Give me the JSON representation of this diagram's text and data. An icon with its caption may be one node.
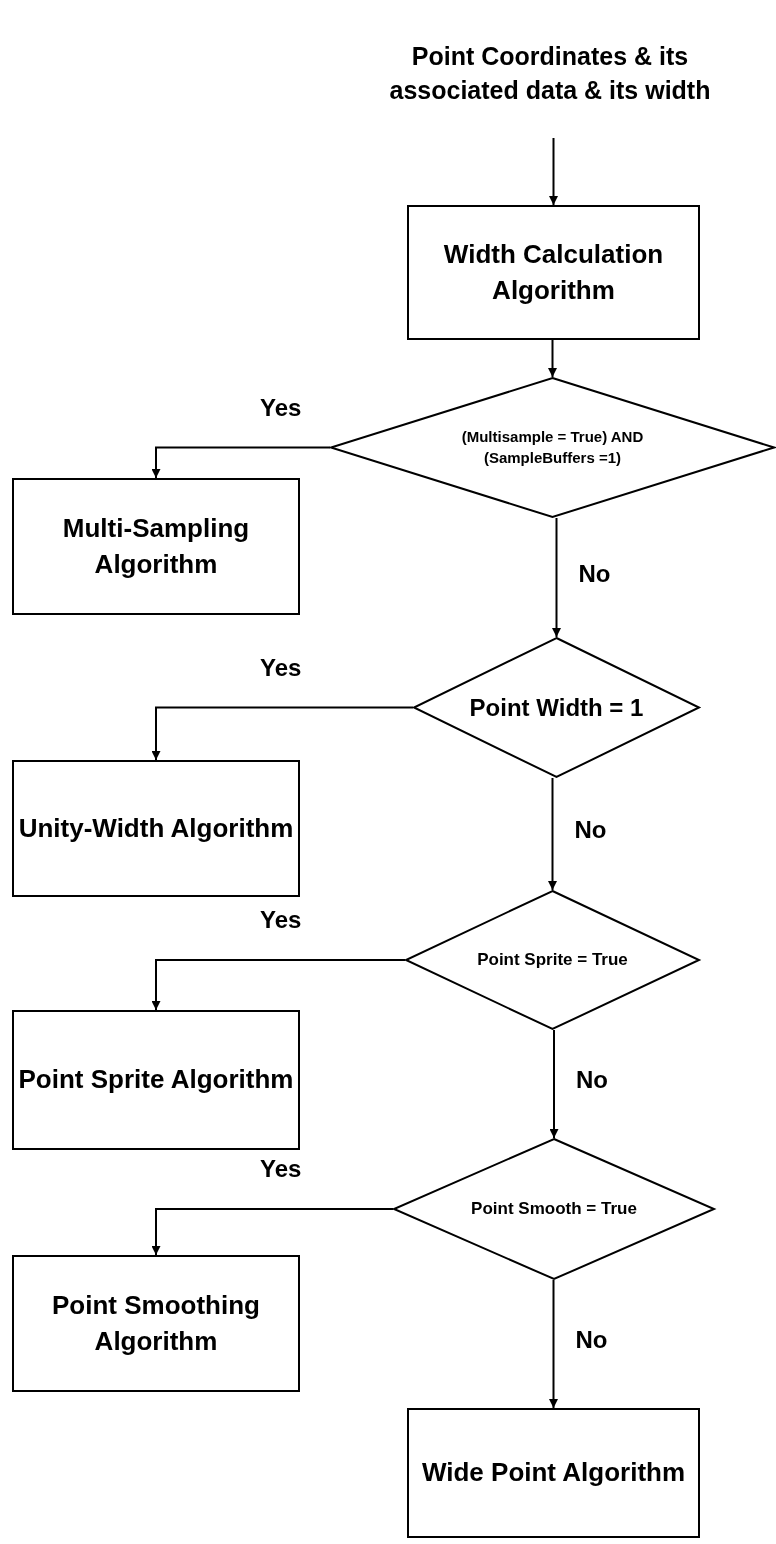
{
  "diagram": {
    "nodes": [
      {
        "text": [
          "Point Coordinates & its associated data & its width"
        ]
      },
      {
        "text": [
          "Width Calculation Algorithm"
        ]
      },
      {
        "text": [
          "(Multisample = True) AND (SampleBuffers =1)"
        ]
      },
      {
        "text": [
          "Multi-Sampling Algorithm"
        ]
      },
      {
        "text": [
          "Point Width = 1"
        ]
      },
      {
        "text": [
          "Unity-Width Algorithm"
        ]
      },
      {
        "text": [
          "Point Sprite = True"
        ]
      },
      {
        "text": [
          "Point Sprite Algorithm"
        ]
      },
      {
        "text": [
          "Point Smooth = True"
        ]
      },
      {
        "text": [
          "Point Smoothing Algorithm"
        ]
      },
      {
        "text": [
          "Wide Point Algorithm"
        ]
      }
    ],
    "edges": [
      {
        "from": 0,
        "to": 1,
        "arrow": "to"
      },
      {
        "from": 1,
        "to": 2,
        "arrow": "to"
      },
      {
        "from": 2,
        "to": 3,
        "arrow": "to",
        "label": "Yes"
      },
      {
        "from": 2,
        "to": 4,
        "arrow": "to",
        "label": "No"
      },
      {
        "from": 4,
        "to": 5,
        "arrow": "to",
        "label": "Yes"
      },
      {
        "from": 4,
        "to": 6,
        "arrow": "to",
        "label": "No"
      },
      {
        "from": 6,
        "to": 7,
        "arrow": "to",
        "label": "Yes"
      },
      {
        "from": 6,
        "to": 8,
        "arrow": "to",
        "label": "No"
      },
      {
        "from": 8,
        "to": 9,
        "arrow": "to",
        "label": "Yes"
      },
      {
        "from": 8,
        "to": 10,
        "arrow": "to",
        "label": "No"
      }
    ]
  }
}
